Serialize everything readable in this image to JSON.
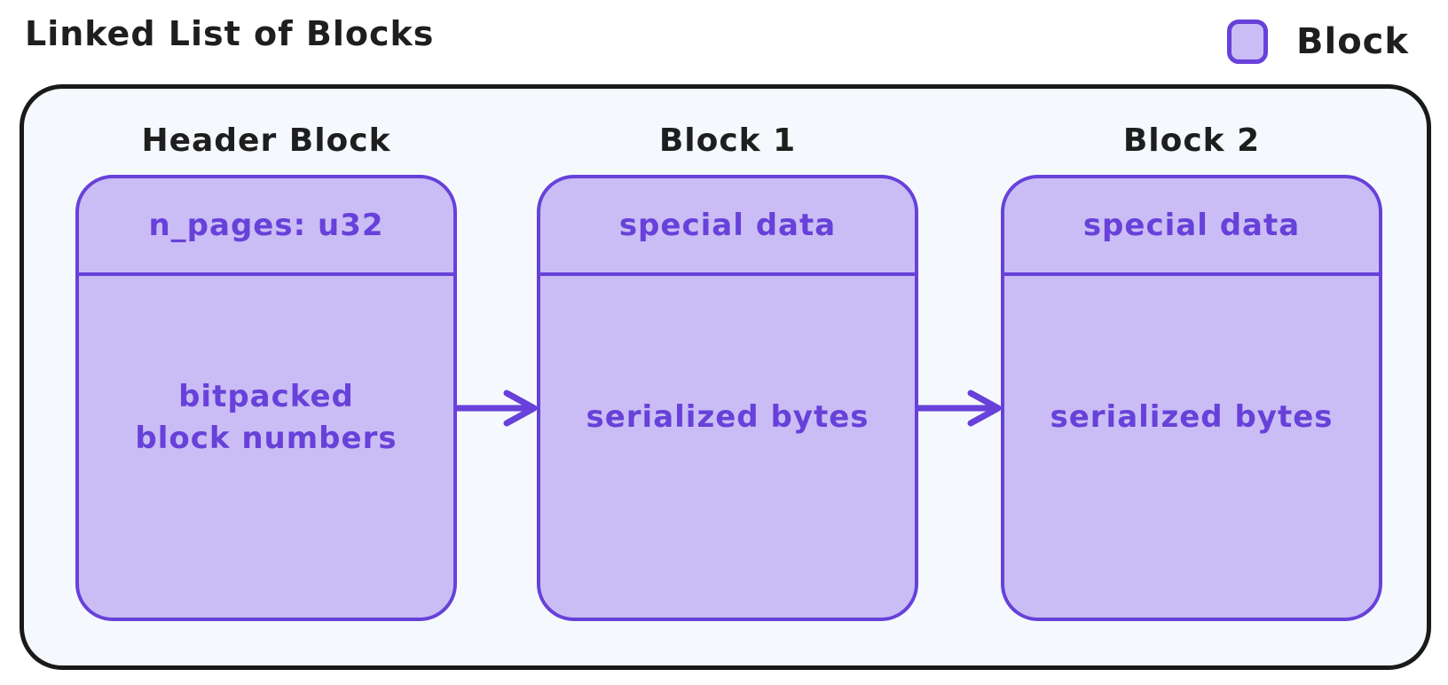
{
  "title": "Linked List of Blocks",
  "legend": {
    "label": "Block"
  },
  "colors": {
    "stroke_purple": "#6741d9",
    "fill_purple": "#cabdf5",
    "container_background": "#f5f9fd",
    "container_border": "#1a1a1a",
    "text_dark": "#1e1e1e",
    "page_background": "#ffffff"
  },
  "diagram": {
    "blocks": [
      {
        "caption": "Header Block",
        "header": "n_pages: u32",
        "body": "bitpacked\nblock numbers"
      },
      {
        "caption": "Block 1",
        "header": "special data",
        "body": "serialized bytes"
      },
      {
        "caption": "Block 2",
        "header": "special data",
        "body": "serialized bytes"
      }
    ],
    "arrows": [
      {
        "from": "header-block",
        "to": "block-1"
      },
      {
        "from": "block-1",
        "to": "block-2"
      }
    ]
  }
}
